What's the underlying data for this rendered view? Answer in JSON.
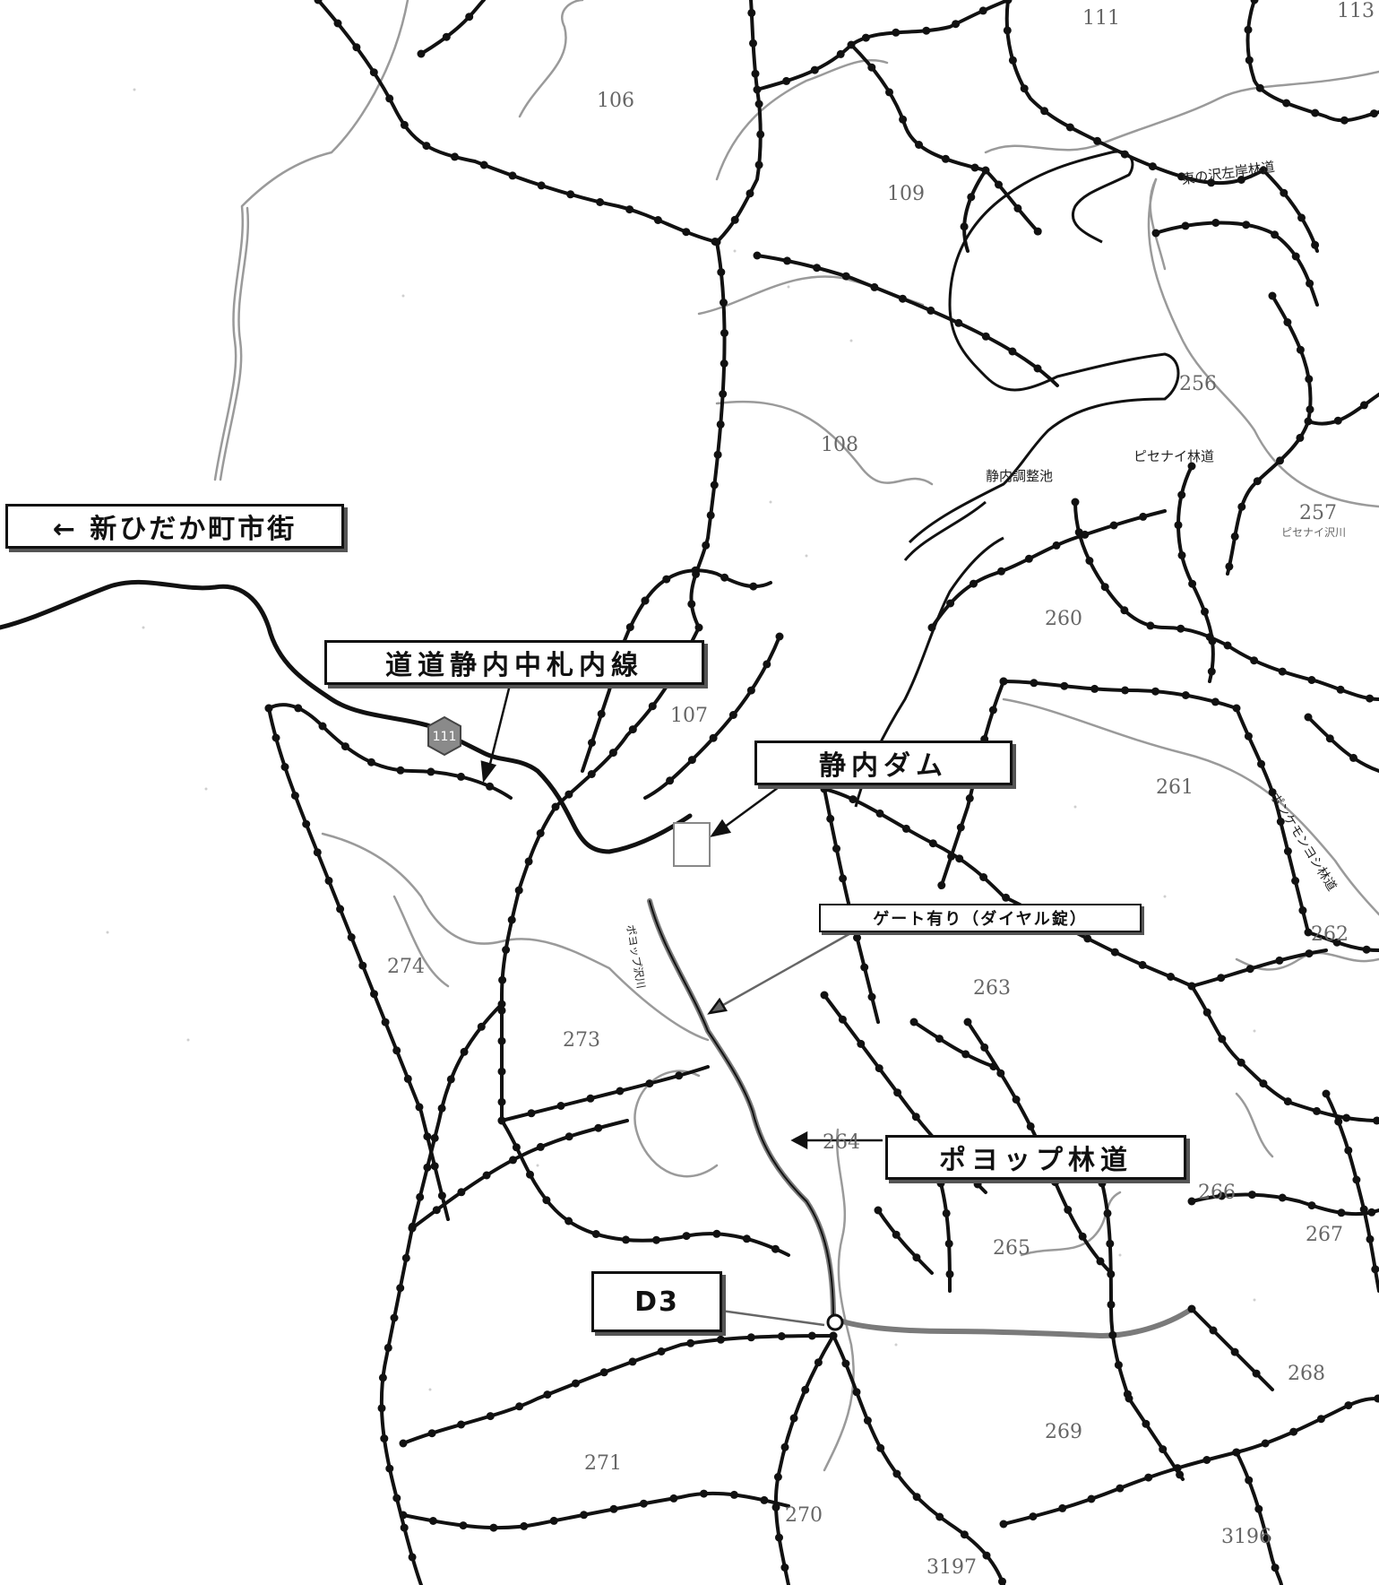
{
  "callouts": {
    "to_town": "← 新ひだか町市街",
    "prefectural_road": "道道静内中札内線",
    "dam": "静内ダム",
    "gate": "ゲート有り（ダイヤル錠）",
    "forest_road": "ポヨップ林道",
    "point": "D3"
  },
  "map_labels": {
    "higashinosawa_road": "東の沢左岸林道",
    "pisenai_road": "ピセナイ林道",
    "shizunai_pond": "静内調整池",
    "kunimoyoshi_road": "ポンケモンヨシ林道",
    "poyop_river": "ポヨップ沢川",
    "pisenai_river": "ピセナイ沢川",
    "route_number": "111"
  },
  "compartments": [
    "111",
    "113",
    "106",
    "109",
    "108",
    "256",
    "257",
    "260",
    "107",
    "261",
    "262",
    "263",
    "274",
    "273",
    "264",
    "266",
    "265",
    "267",
    "268",
    "269",
    "271",
    "270",
    "3196",
    "3197"
  ],
  "colors": {
    "boundary": "#111111",
    "river": "#9a9a9a",
    "road": "#111111",
    "forest_road": "#707070",
    "route_marker": "#8a8a8a"
  }
}
